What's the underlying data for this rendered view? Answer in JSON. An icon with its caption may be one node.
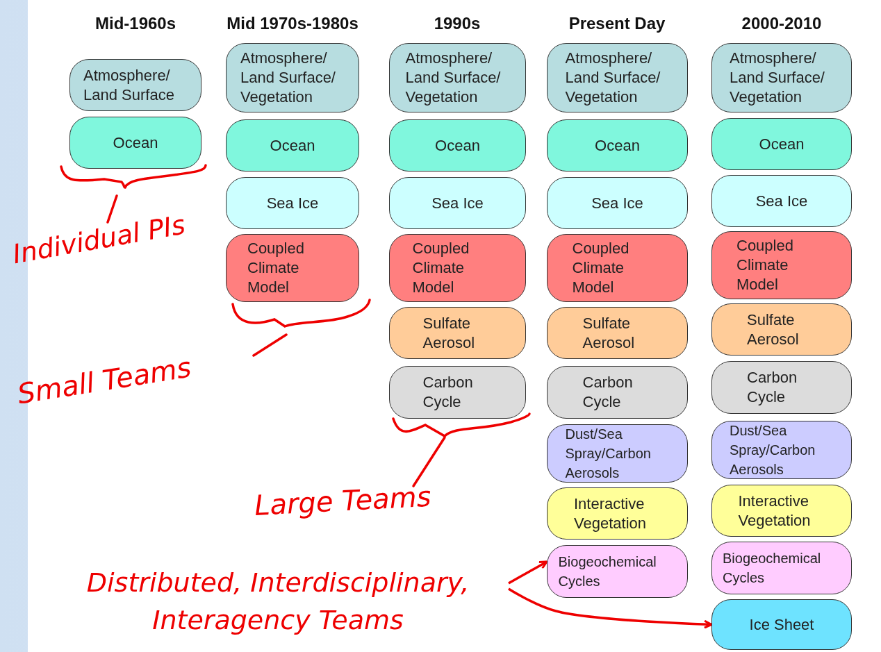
{
  "diagram": {
    "nodes": [
      {
        "text": [
          "Atmosphere/ Land Surface"
        ]
      },
      {
        "text": [
          "Ocean"
        ]
      },
      {
        "text": [
          "Atmosphere/ Land Surface/ Vegetation"
        ]
      },
      {
        "text": [
          "Ocean"
        ]
      },
      {
        "text": [
          "Sea Ice"
        ]
      },
      {
        "text": [
          "Coupled Climate Model"
        ]
      },
      {
        "text": [
          "Atmosphere/ Land Surface/ Vegetation"
        ]
      },
      {
        "text": [
          "Ocean"
        ]
      },
      {
        "text": [
          "Sea Ice"
        ]
      },
      {
        "text": [
          "Coupled Climate Model"
        ]
      },
      {
        "text": [
          "Sulfate Aerosol"
        ]
      },
      {
        "text": [
          "Carbon Cycle"
        ]
      },
      {
        "text": [
          "Atmosphere/ Land Surface/ Vegetation"
        ]
      },
      {
        "text": [
          "Ocean"
        ]
      },
      {
        "text": [
          "Sea Ice"
        ]
      },
      {
        "text": [
          "Coupled Climate Model"
        ]
      },
      {
        "text": [
          "Sulfate Aerosol"
        ]
      },
      {
        "text": [
          "Carbon Cycle"
        ]
      },
      {
        "text": [
          "Dust/Sea Spray/Carbon Aerosols"
        ]
      },
      {
        "text": [
          "Interactive Vegetation"
        ]
      },
      {
        "text": [
          "Biogeochemical Cycles"
        ]
      },
      {
        "text": [
          "Atmosphere/ Land Surface/ Vegetation"
        ]
      },
      {
        "text": [
          "Ocean"
        ]
      },
      {
        "text": [
          "Sea Ice"
        ]
      },
      {
        "text": [
          "Coupled Climate Model"
        ]
      },
      {
        "text": [
          "Sulfate Aerosol"
        ]
      },
      {
        "text": [
          "Carbon Cycle"
        ]
      },
      {
        "text": [
          "Dust/Sea Spray/Carbon Aerosols"
        ]
      },
      {
        "text": [
          "Interactive Vegetation"
        ]
      },
      {
        "text": [
          "Biogeochemical Cycles"
        ]
      },
      {
        "text": [
          "Ice Sheet"
        ]
      },
      {
        "text": [
          "Distributed, Interdisciplinary, Interagency Teams"
        ]
      }
    ],
    "edges": [
      {
        "from": 31,
        "to": 20,
        "arrow": "to",
        "color": "#ee0000"
      },
      {
        "from": 31,
        "to": 30,
        "arrow": "to",
        "color": "#ee0000"
      }
    ],
    "labels": [
      "Mid-1960s",
      "Mid 1970s-1980s",
      "1990s",
      "Present Day",
      "2000-2010",
      "Individual PIs",
      "Small Teams",
      "Large Teams"
    ]
  }
}
